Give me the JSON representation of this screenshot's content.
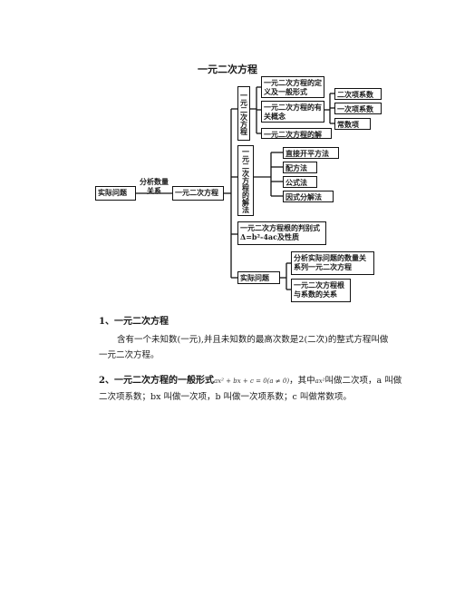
{
  "page_title": "一元二次方程",
  "diagram": {
    "root": "实际问题",
    "edge_label": "分析数量关系",
    "hub": "一元二次方程",
    "branch1": "一元二次方程",
    "branch1_items": [
      "一元二次方程的定义及一般形式",
      "一元二次方程的有关概念",
      "一元二次方程的解"
    ],
    "concepts": [
      "二次项系数",
      "一次项系数",
      "常数项"
    ],
    "branch2": "一元二次方程的解法",
    "methods": [
      "直接开平方法",
      "配方法",
      "公式法",
      "因式分解法"
    ],
    "discriminant": "一元二次方程根的判别式Δ=b²-4ac及性质",
    "branch4": "实际问题",
    "branch4_items": [
      "分析实际问题的数量关系列一元二次方程",
      "一元二次方程根与系数的关系"
    ]
  },
  "section1": {
    "heading": "1、一元二次方程",
    "text": "含有一个未知数(一元),并且未知数的最高次数是2(二次)的整式方程叫做一元二次方程。"
  },
  "section2": {
    "heading": "2、一元二次方程的一般形式",
    "formula": "ax² + bx + c = 0(a ≠ 0)",
    "mid": "，其中",
    "term": "ax²",
    "text": "叫做二次项，a 叫做二次项系数；bx 叫做一次项，b 叫做一次项系数；c 叫做常数项。"
  }
}
